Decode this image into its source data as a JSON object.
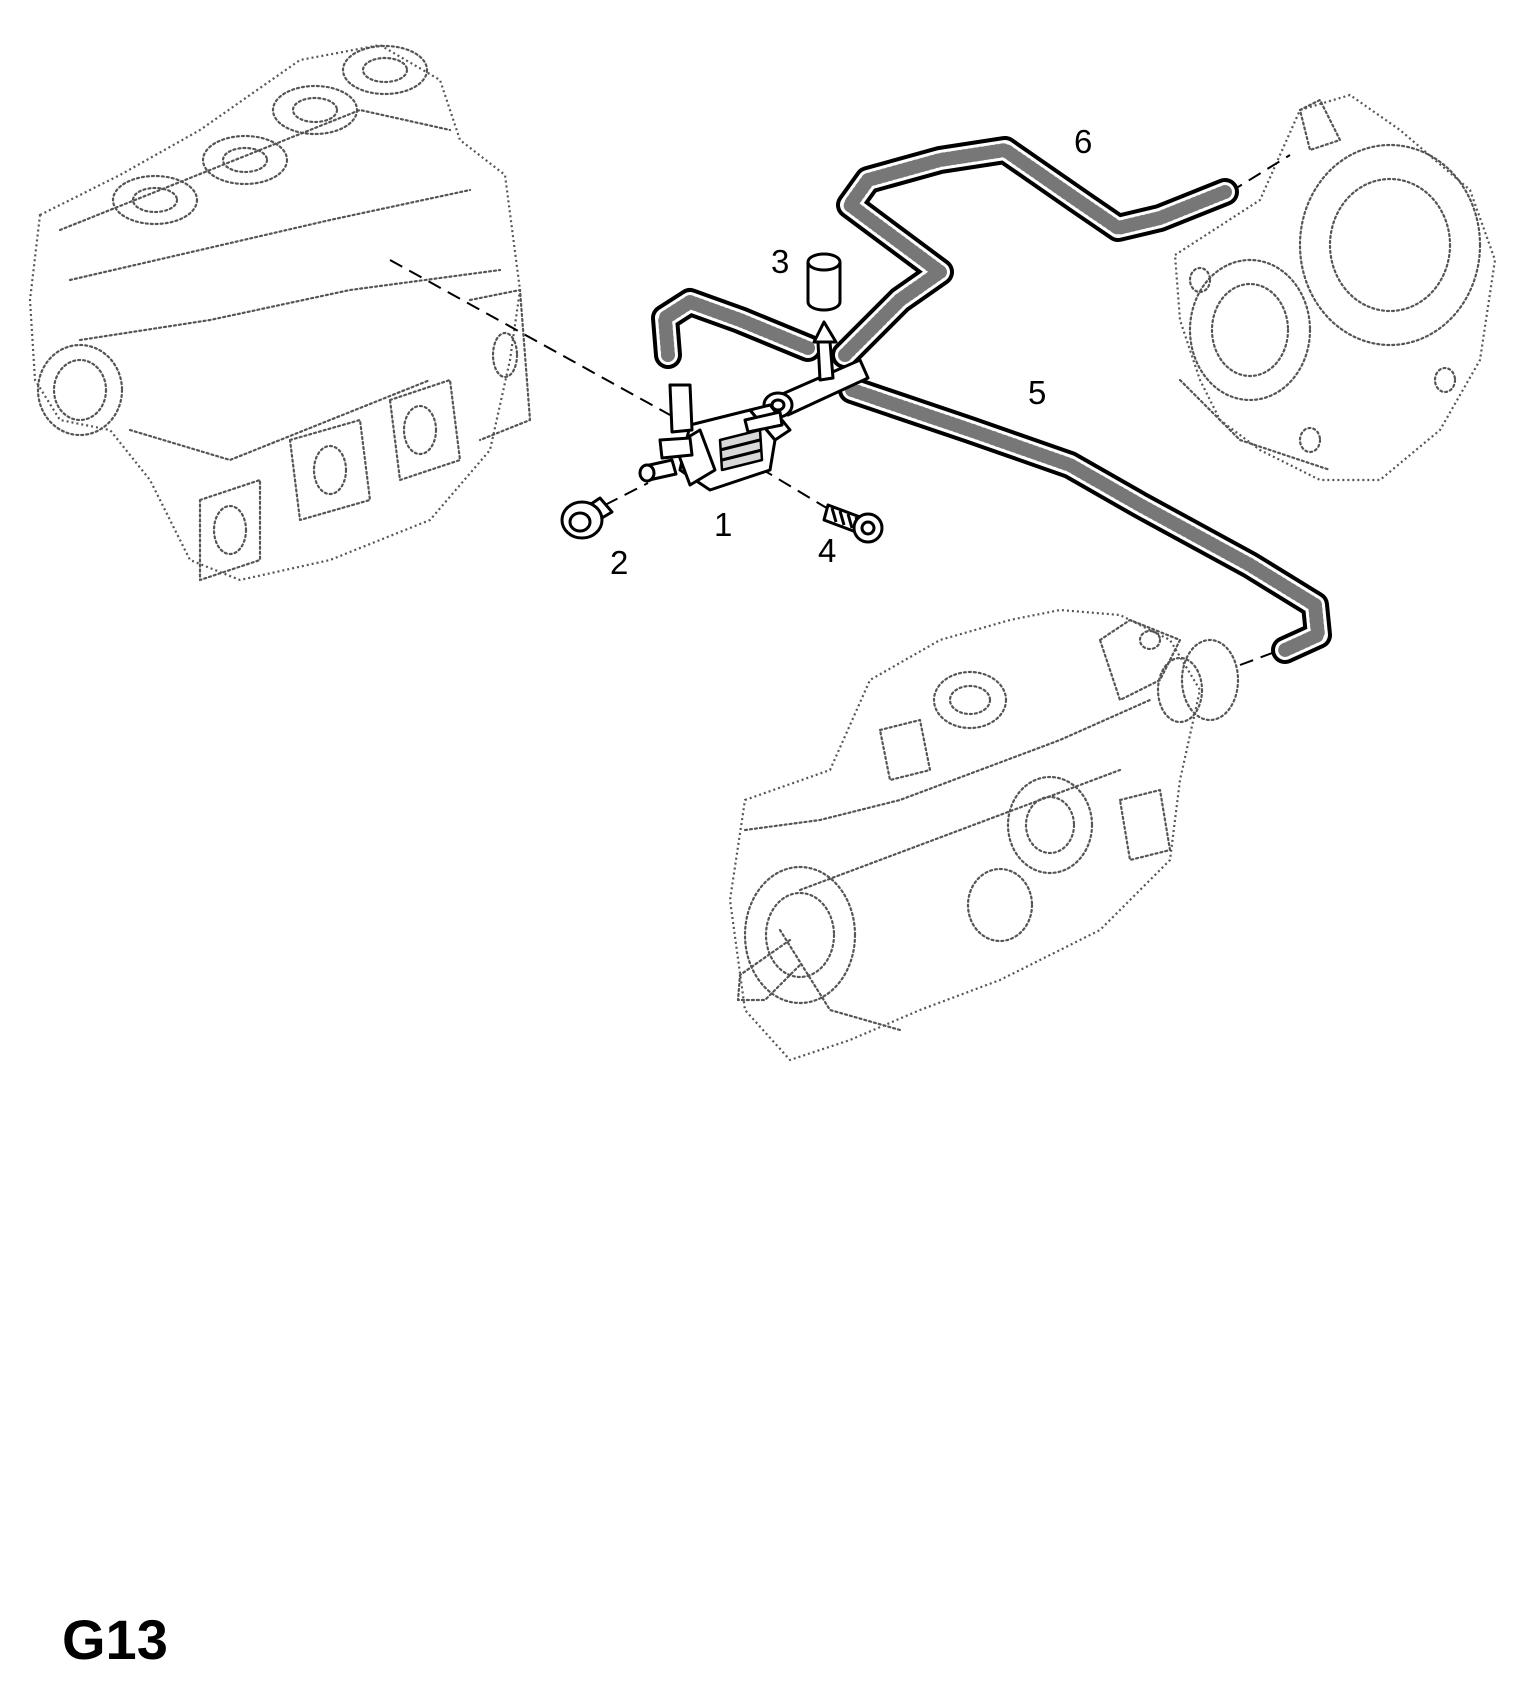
{
  "callouts": [
    {
      "id": "1",
      "label": "1"
    },
    {
      "id": "2",
      "label": "2"
    },
    {
      "id": "3",
      "label": "3"
    },
    {
      "id": "4",
      "label": "4"
    },
    {
      "id": "5",
      "label": "5"
    },
    {
      "id": "6",
      "label": "6"
    }
  ],
  "figure_code": "G13",
  "colors": {
    "line": "#000000",
    "ghost_line": "#555555",
    "background": "#ffffff"
  }
}
